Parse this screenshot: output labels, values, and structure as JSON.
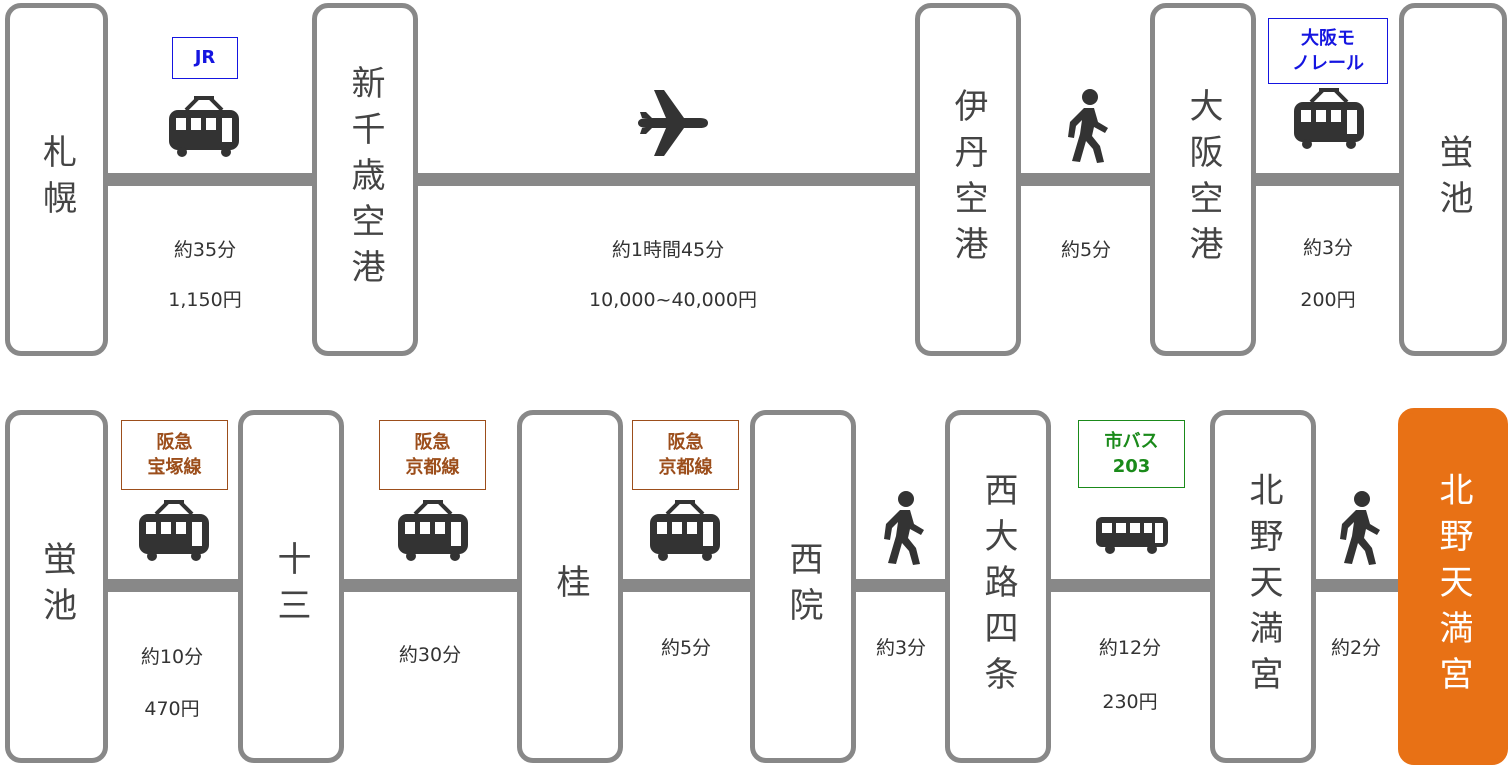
{
  "rows": [
    {
      "stations": [
        {
          "name": "札幌"
        },
        {
          "name": "新千歳空港"
        },
        {
          "name": "伊丹空港"
        },
        {
          "name": "大阪空港"
        },
        {
          "name": "蛍池"
        }
      ],
      "segments": [
        {
          "mode": "train-icon",
          "badge": [
            "JR"
          ],
          "badge_color": "blue",
          "time": "約35分",
          "fare": "1,150円"
        },
        {
          "mode": "airplane-icon",
          "badge": [],
          "time": "約1時間45分",
          "fare": "10,000~40,000円"
        },
        {
          "mode": "walk-icon",
          "badge": [],
          "time": "約5分",
          "fare": ""
        },
        {
          "mode": "train-icon",
          "badge": [
            "大阪モ",
            "ノレール"
          ],
          "badge_color": "blue",
          "time": "約3分",
          "fare": "200円"
        }
      ]
    },
    {
      "stations": [
        {
          "name": "蛍池"
        },
        {
          "name": "十三"
        },
        {
          "name": "桂"
        },
        {
          "name": "西院"
        },
        {
          "name": "西大路四条"
        },
        {
          "name": "北野天満宮"
        },
        {
          "name": "北野天満宮",
          "destination": true
        }
      ],
      "segments": [
        {
          "mode": "train-icon",
          "badge": [
            "阪急",
            "宝塚線"
          ],
          "badge_color": "brown",
          "time": "約10分",
          "fare": "470円"
        },
        {
          "mode": "train-icon",
          "badge": [
            "阪急",
            "京都線"
          ],
          "badge_color": "brown",
          "time": "約30分",
          "fare": ""
        },
        {
          "mode": "train-icon",
          "badge": [
            "阪急",
            "京都線"
          ],
          "badge_color": "brown",
          "time": "約5分",
          "fare": ""
        },
        {
          "mode": "walk-icon",
          "badge": [],
          "time": "約3分",
          "fare": ""
        },
        {
          "mode": "bus-icon",
          "badge": [
            "市バス",
            "203"
          ],
          "badge_color": "green",
          "time": "約12分",
          "fare": "230円"
        },
        {
          "mode": "walk-icon",
          "badge": [],
          "time": "約2分",
          "fare": ""
        }
      ]
    }
  ],
  "colors": {
    "station_border": "#888888",
    "destination": "#e87115",
    "line": "#888888"
  }
}
